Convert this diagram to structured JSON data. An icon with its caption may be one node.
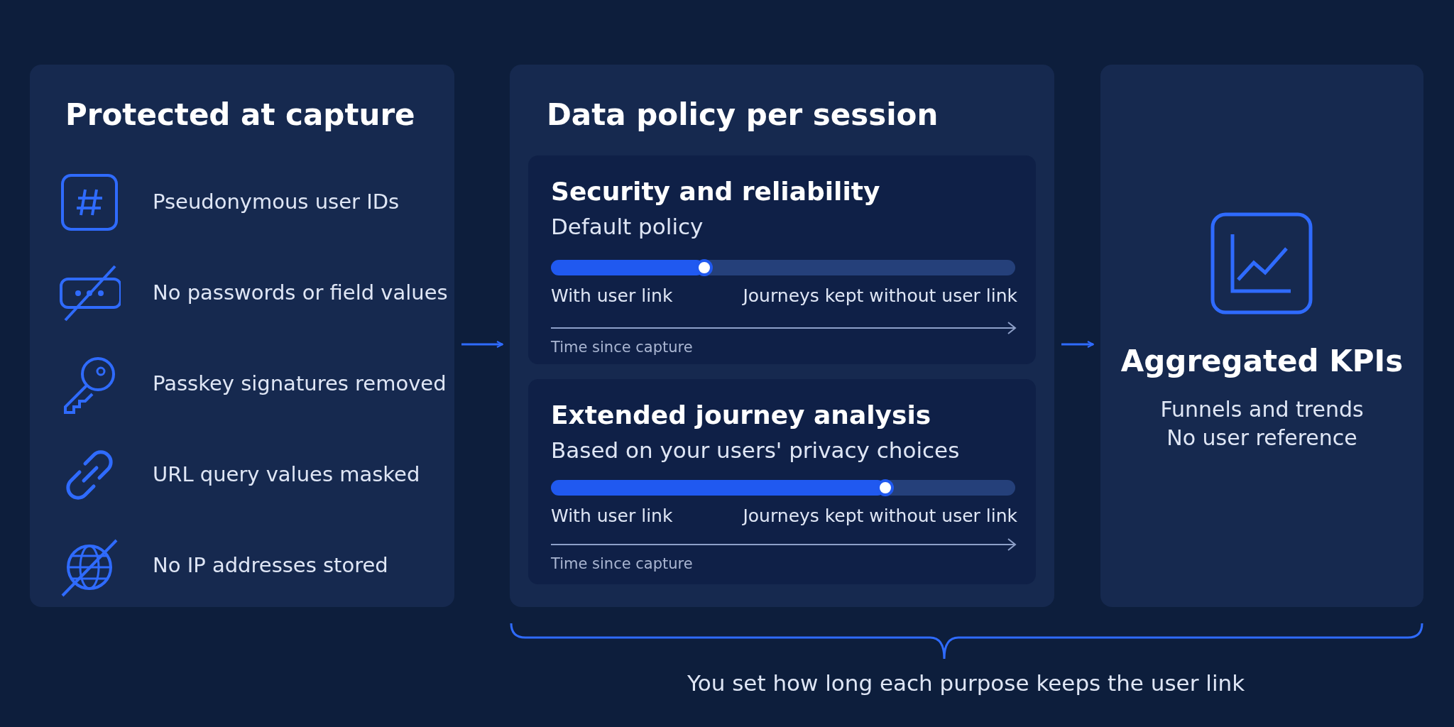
{
  "diagram": {
    "nodes": [
      {
        "text": [
          "Protected at capture"
        ]
      },
      {
        "text": [
          "Pseudonymous user IDs"
        ],
        "in": 0
      },
      {
        "text": [
          "No passwords or field values"
        ],
        "in": 0
      },
      {
        "text": [
          "Passkey signatures removed"
        ],
        "in": 0
      },
      {
        "text": [
          "URL query values masked"
        ],
        "in": 0
      },
      {
        "text": [
          "No IP addresses stored"
        ],
        "in": 0
      },
      {
        "text": [
          "Data policy per session"
        ]
      },
      {
        "text": [
          "Security and reliability",
          "Default policy",
          "With user link",
          "Journeys kept without user link",
          "Time since capture"
        ],
        "in": 6
      },
      {
        "text": [
          "Extended journey analysis",
          "Based on your users' privacy choices",
          "With user link",
          "Journeys kept without user link",
          "Time since capture"
        ],
        "in": 6
      },
      {
        "text": [
          "Aggregated KPIs",
          "Funnels and trends",
          "No user reference"
        ]
      }
    ],
    "edges": [
      {
        "from": 0,
        "to": 6,
        "arrow": "to"
      },
      {
        "from": 6,
        "to": 9,
        "arrow": "to"
      }
    ],
    "labels": [
      "You set how long each purpose keeps the user link"
    ]
  }
}
